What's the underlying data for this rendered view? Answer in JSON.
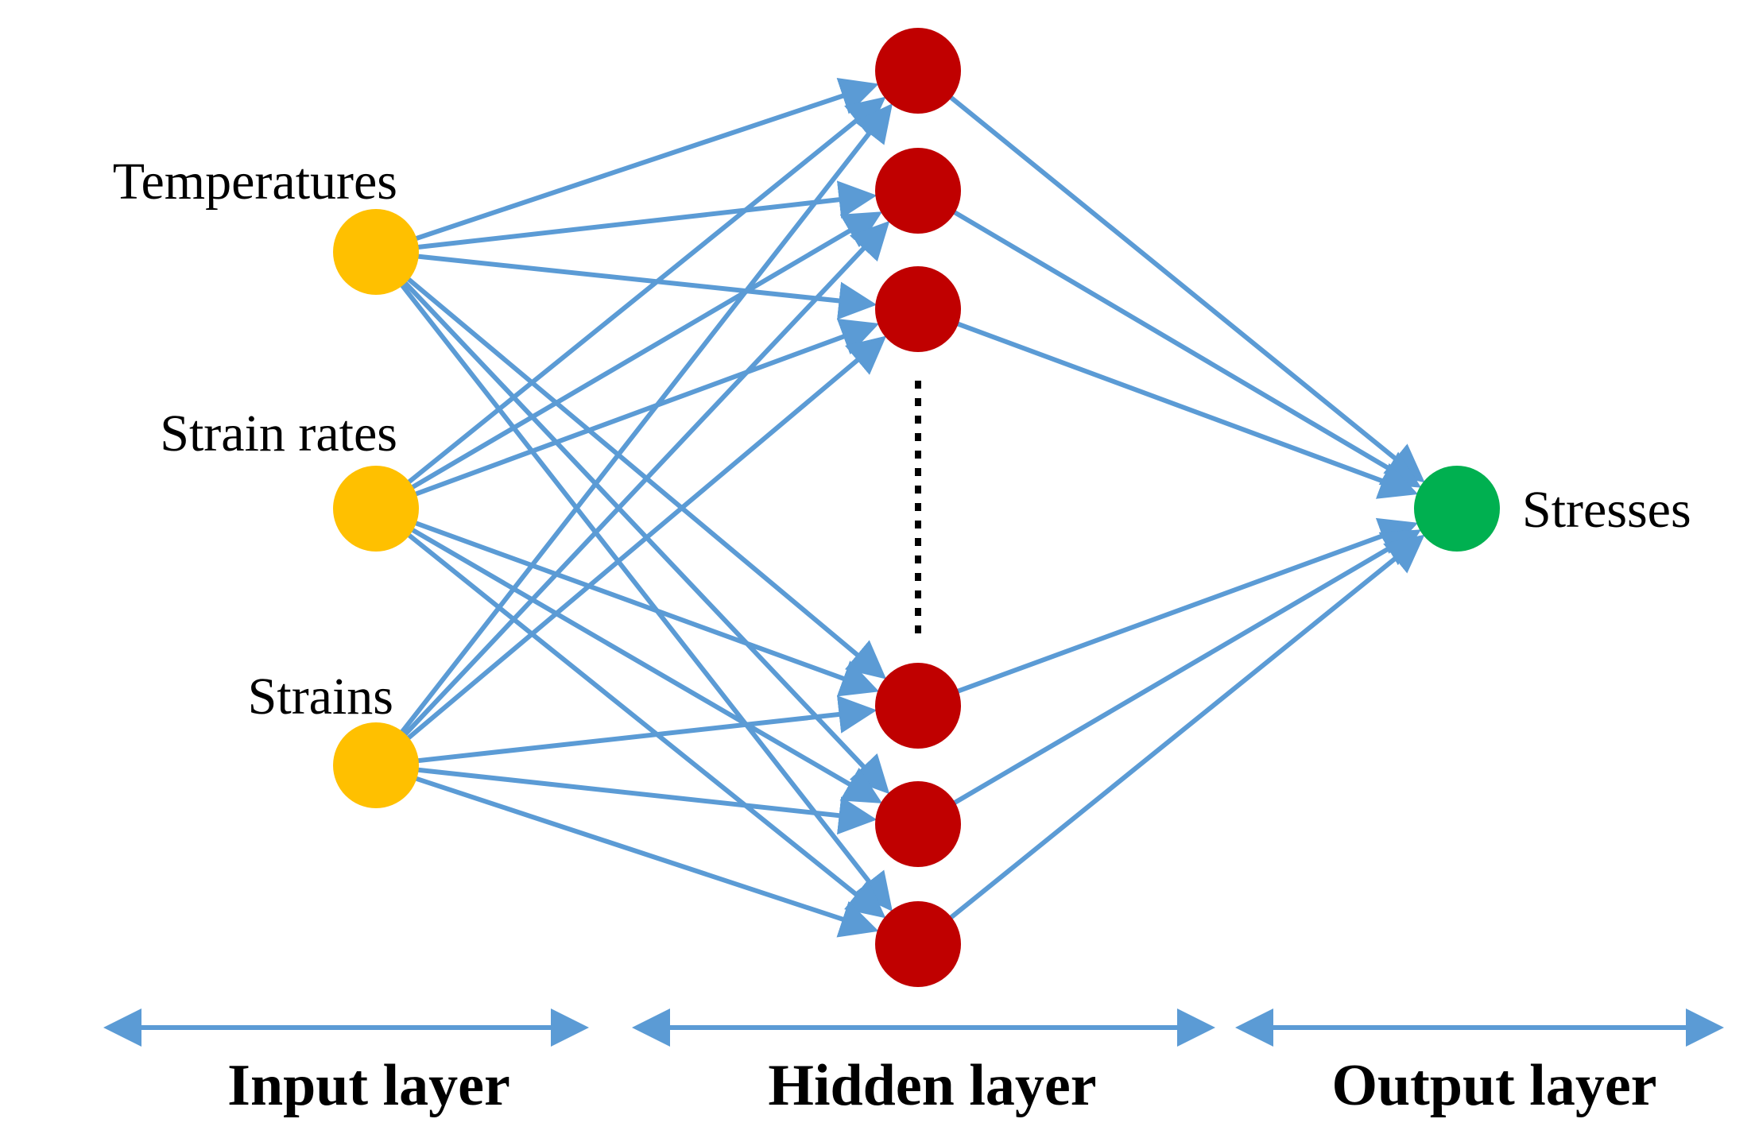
{
  "colors": {
    "input_node": "#FFC000",
    "hidden_node": "#C00000",
    "output_node": "#00B050",
    "edge": "#5B9BD5",
    "ellipsis": "#000000"
  },
  "input_layer": {
    "label": "Input layer",
    "nodes": [
      {
        "label": "Temperatures"
      },
      {
        "label": "Strain rates"
      },
      {
        "label": "Strains"
      }
    ]
  },
  "hidden_layer": {
    "label": "Hidden layer",
    "visible_node_count": 6,
    "has_ellipsis": true
  },
  "output_layer": {
    "label": "Output layer",
    "nodes": [
      {
        "label": "Stresses"
      }
    ]
  }
}
